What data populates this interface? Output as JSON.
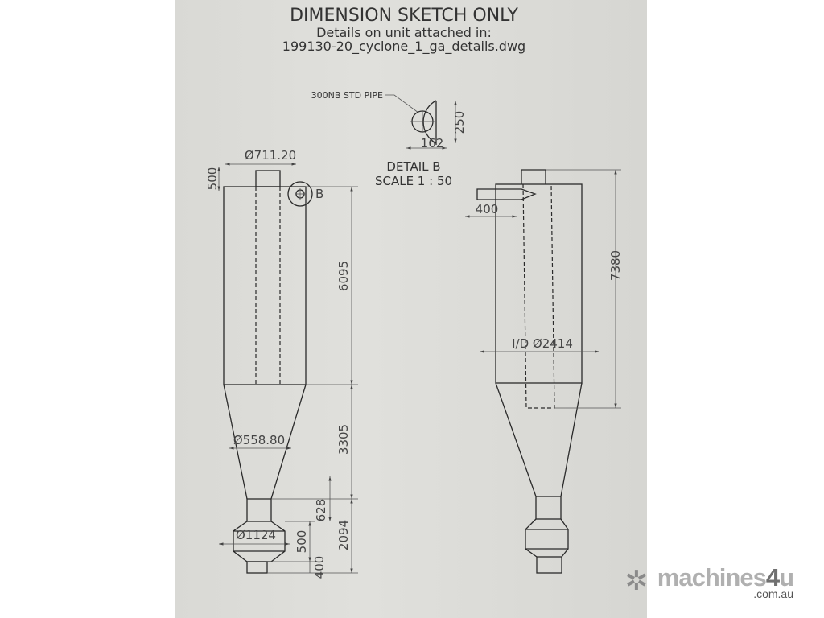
{
  "header": {
    "title": "DIMENSION  SKETCH ONLY",
    "line1": "Details on unit attached in:",
    "line2": "199130-20_cyclone_1_ga_details.dwg"
  },
  "detail_b": {
    "pipe_label": "300NB STD PIPE",
    "dim_height": "250",
    "dim_width": "162",
    "title": "DETAIL B",
    "scale": "SCALE 1 : 50"
  },
  "left_view": {
    "dia_top": "Ø711.20",
    "h_top": "500",
    "detail_marker": "B",
    "h_body": "6095",
    "h_cone": "3305",
    "dia_neck": "Ø558.80",
    "h_neck": "628",
    "dia_bulb": "Ø1124",
    "h_bulb": "500",
    "h_bottom": "400",
    "h_lower": "2094"
  },
  "right_view": {
    "inlet": "400",
    "height": "7380",
    "inner_dia": "I/D Ø2414"
  },
  "watermark": {
    "brand": "machines",
    "brand_num": "4",
    "brand_tail": "u",
    "domain": ".com.au"
  }
}
